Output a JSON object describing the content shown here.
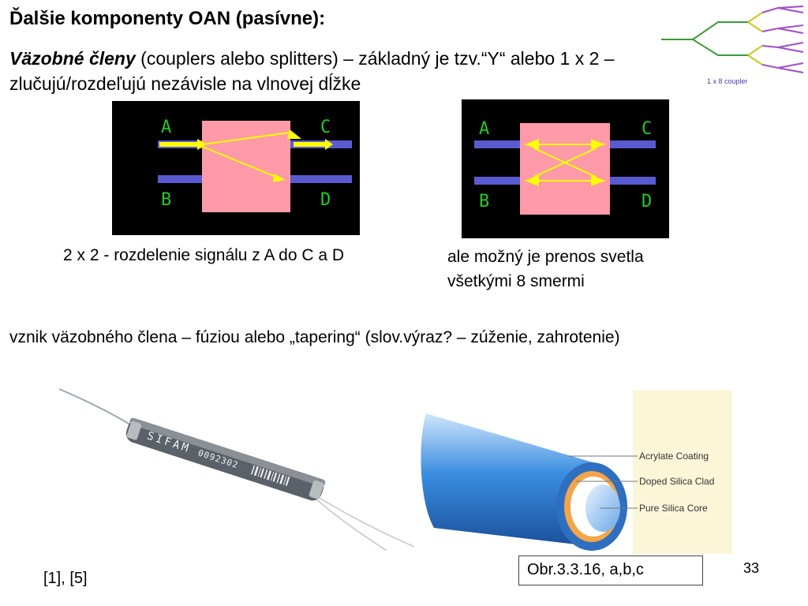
{
  "slide": {
    "title": "Ďalšie komponenty OAN (pasívne):",
    "intro_term": "Väzobné členy",
    "intro_rest": " (couplers alebo splitters) – základný je tzv.“Y“ alebo 1 x 2 – zlučujú/rozdeľujú nezávisle na vlnovej dĺžke",
    "coupler_diagram_label": "1 x 8 coupler",
    "diagram_left": {
      "a": "A",
      "b": "B",
      "c": "C",
      "d": "D"
    },
    "diagram_right": {
      "a": "A",
      "b": "B",
      "c": "C",
      "d": "D"
    },
    "caption_left": "2 x 2  - rozdelenie signálu z A do C a D",
    "caption_right": "ale možný je prenos svetla všetkými 8 smermi",
    "fusion_text": "vznik väzobného člena – fúziou alebo  „tapering“ (slov.výraz? – zúženie, zahrotenie)",
    "device_brand": "SIFAM",
    "device_serial": "0092302",
    "fiber_layers": [
      "Acrylate Coating",
      "Doped Silica Clad",
      "Pure Silica Core"
    ],
    "figure_caption": "Obr.3.3.16, a,b,c",
    "references": "[1], [5]",
    "page_number": "33"
  },
  "colors": {
    "diagram_bg": "#000000",
    "coupler_box": "#ff9aa8",
    "waveguide": "#5a5ad0",
    "arrow": "#ffff00",
    "port_label": "#22cc22",
    "fiber_blue": "#3a8de0",
    "clad_orange": "#f2a54a",
    "label_panel": "#fbf6d8"
  }
}
